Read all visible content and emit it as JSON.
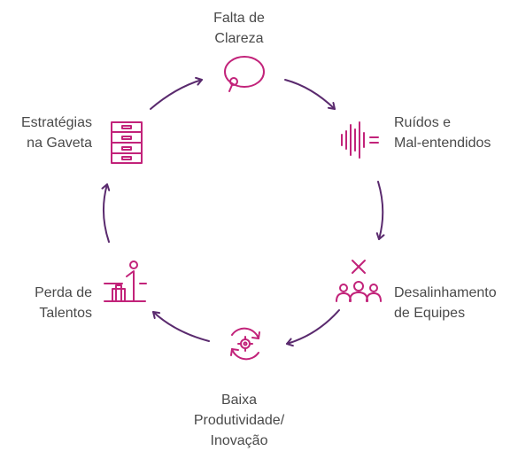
{
  "colors": {
    "icon": "#c2237a",
    "arrow": "#5a2a6e",
    "text": "#4a4a4a"
  },
  "nodes": [
    {
      "id": "falta-clareza",
      "label": "Falta de\nClareza",
      "icon": "speech-bubble-icon"
    },
    {
      "id": "ruidos",
      "label": "Ruídos e\nMal-entendidos",
      "icon": "sound-wave-icon"
    },
    {
      "id": "desalinhamento",
      "label": "Desalinhamento\nde Equipes",
      "icon": "team-misaligned-icon"
    },
    {
      "id": "baixa-produtividade",
      "label": "Baixa\nProdutividade/\nInovação",
      "icon": "cycle-gear-icon"
    },
    {
      "id": "perda-talentos",
      "label": "Perda de\nTalentos",
      "icon": "person-leaving-icon"
    },
    {
      "id": "estrategias-gaveta",
      "label": "Estratégias\nna Gaveta",
      "icon": "file-drawer-icon"
    }
  ]
}
